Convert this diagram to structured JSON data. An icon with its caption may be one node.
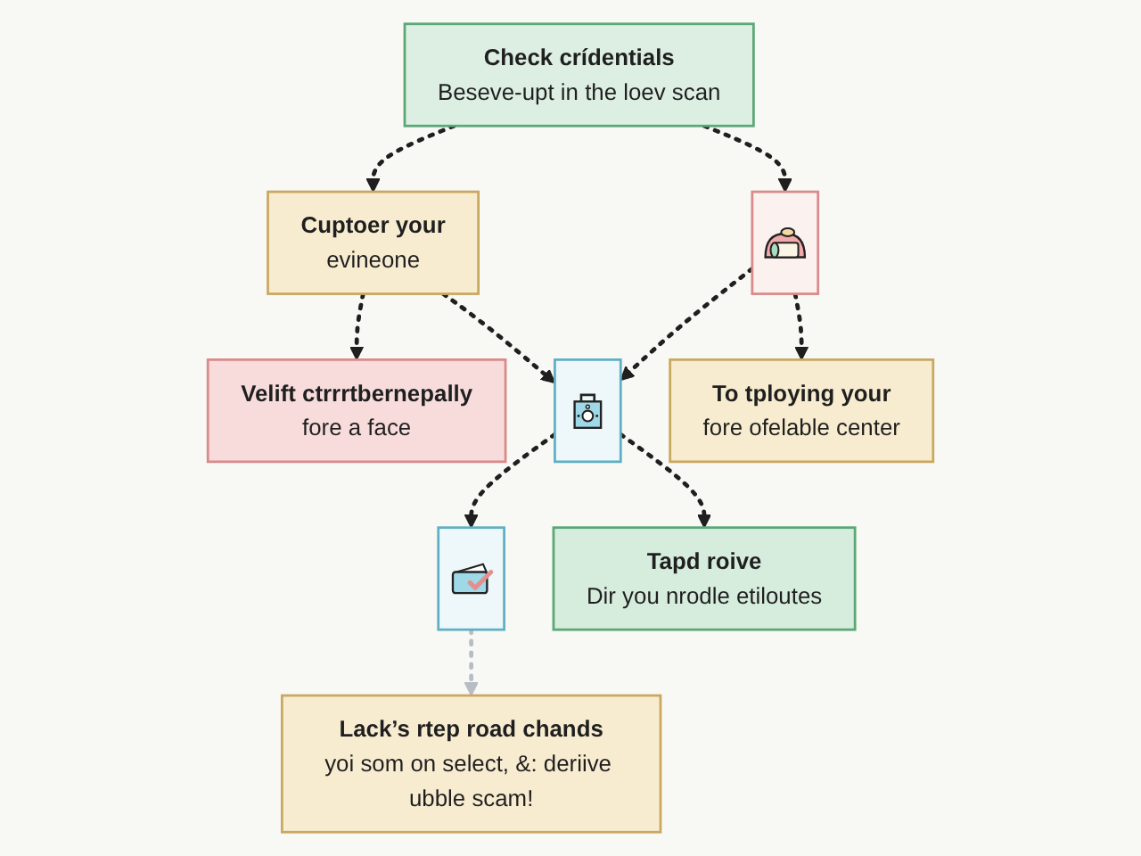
{
  "diagram": {
    "nodes": [
      {
        "text": [
          "Check crídentials",
          "Beseve-upt in the loev scan"
        ]
      },
      {
        "text": [
          "Cuptoer your",
          "evineone"
        ]
      },
      {
        "text": [
          "Velift ctrrrtbernepally",
          "fore a face"
        ]
      },
      {
        "text": [],
        "shape": "picture"
      },
      {
        "text": [],
        "shape": "picture"
      },
      {
        "text": [],
        "shape": "picture"
      },
      {
        "text": [
          "To tploying your",
          "fore ofelable center"
        ]
      },
      {
        "text": [
          "Tapd roive",
          "Dir you nrodle etiloutes"
        ]
      },
      {
        "text": [
          "Lack’s rtep road chands",
          "yoi som on select, &: deriive ubble scam!"
        ]
      }
    ],
    "edges": [
      {
        "from": 0,
        "to": 1,
        "arrow": "to",
        "style": "dashed"
      },
      {
        "from": 1,
        "to": 2,
        "arrow": "to",
        "style": "dashed"
      },
      {
        "from": 0,
        "to": 3,
        "arrow": "to",
        "style": "dashed"
      },
      {
        "from": 1,
        "to": 4,
        "arrow": "to",
        "style": "dashed"
      },
      {
        "from": 3,
        "to": 4,
        "arrow": "to",
        "style": "dashed"
      },
      {
        "from": 4,
        "to": 5,
        "arrow": "to",
        "style": "dashed"
      },
      {
        "from": 3,
        "to": 6,
        "arrow": "to",
        "style": "dashed"
      },
      {
        "from": 4,
        "to": 7,
        "arrow": "to",
        "style": "dashed"
      },
      {
        "from": 5,
        "to": 8,
        "arrow": "to",
        "style": "dashed",
        "color": "#b8bcc4"
      }
    ]
  }
}
